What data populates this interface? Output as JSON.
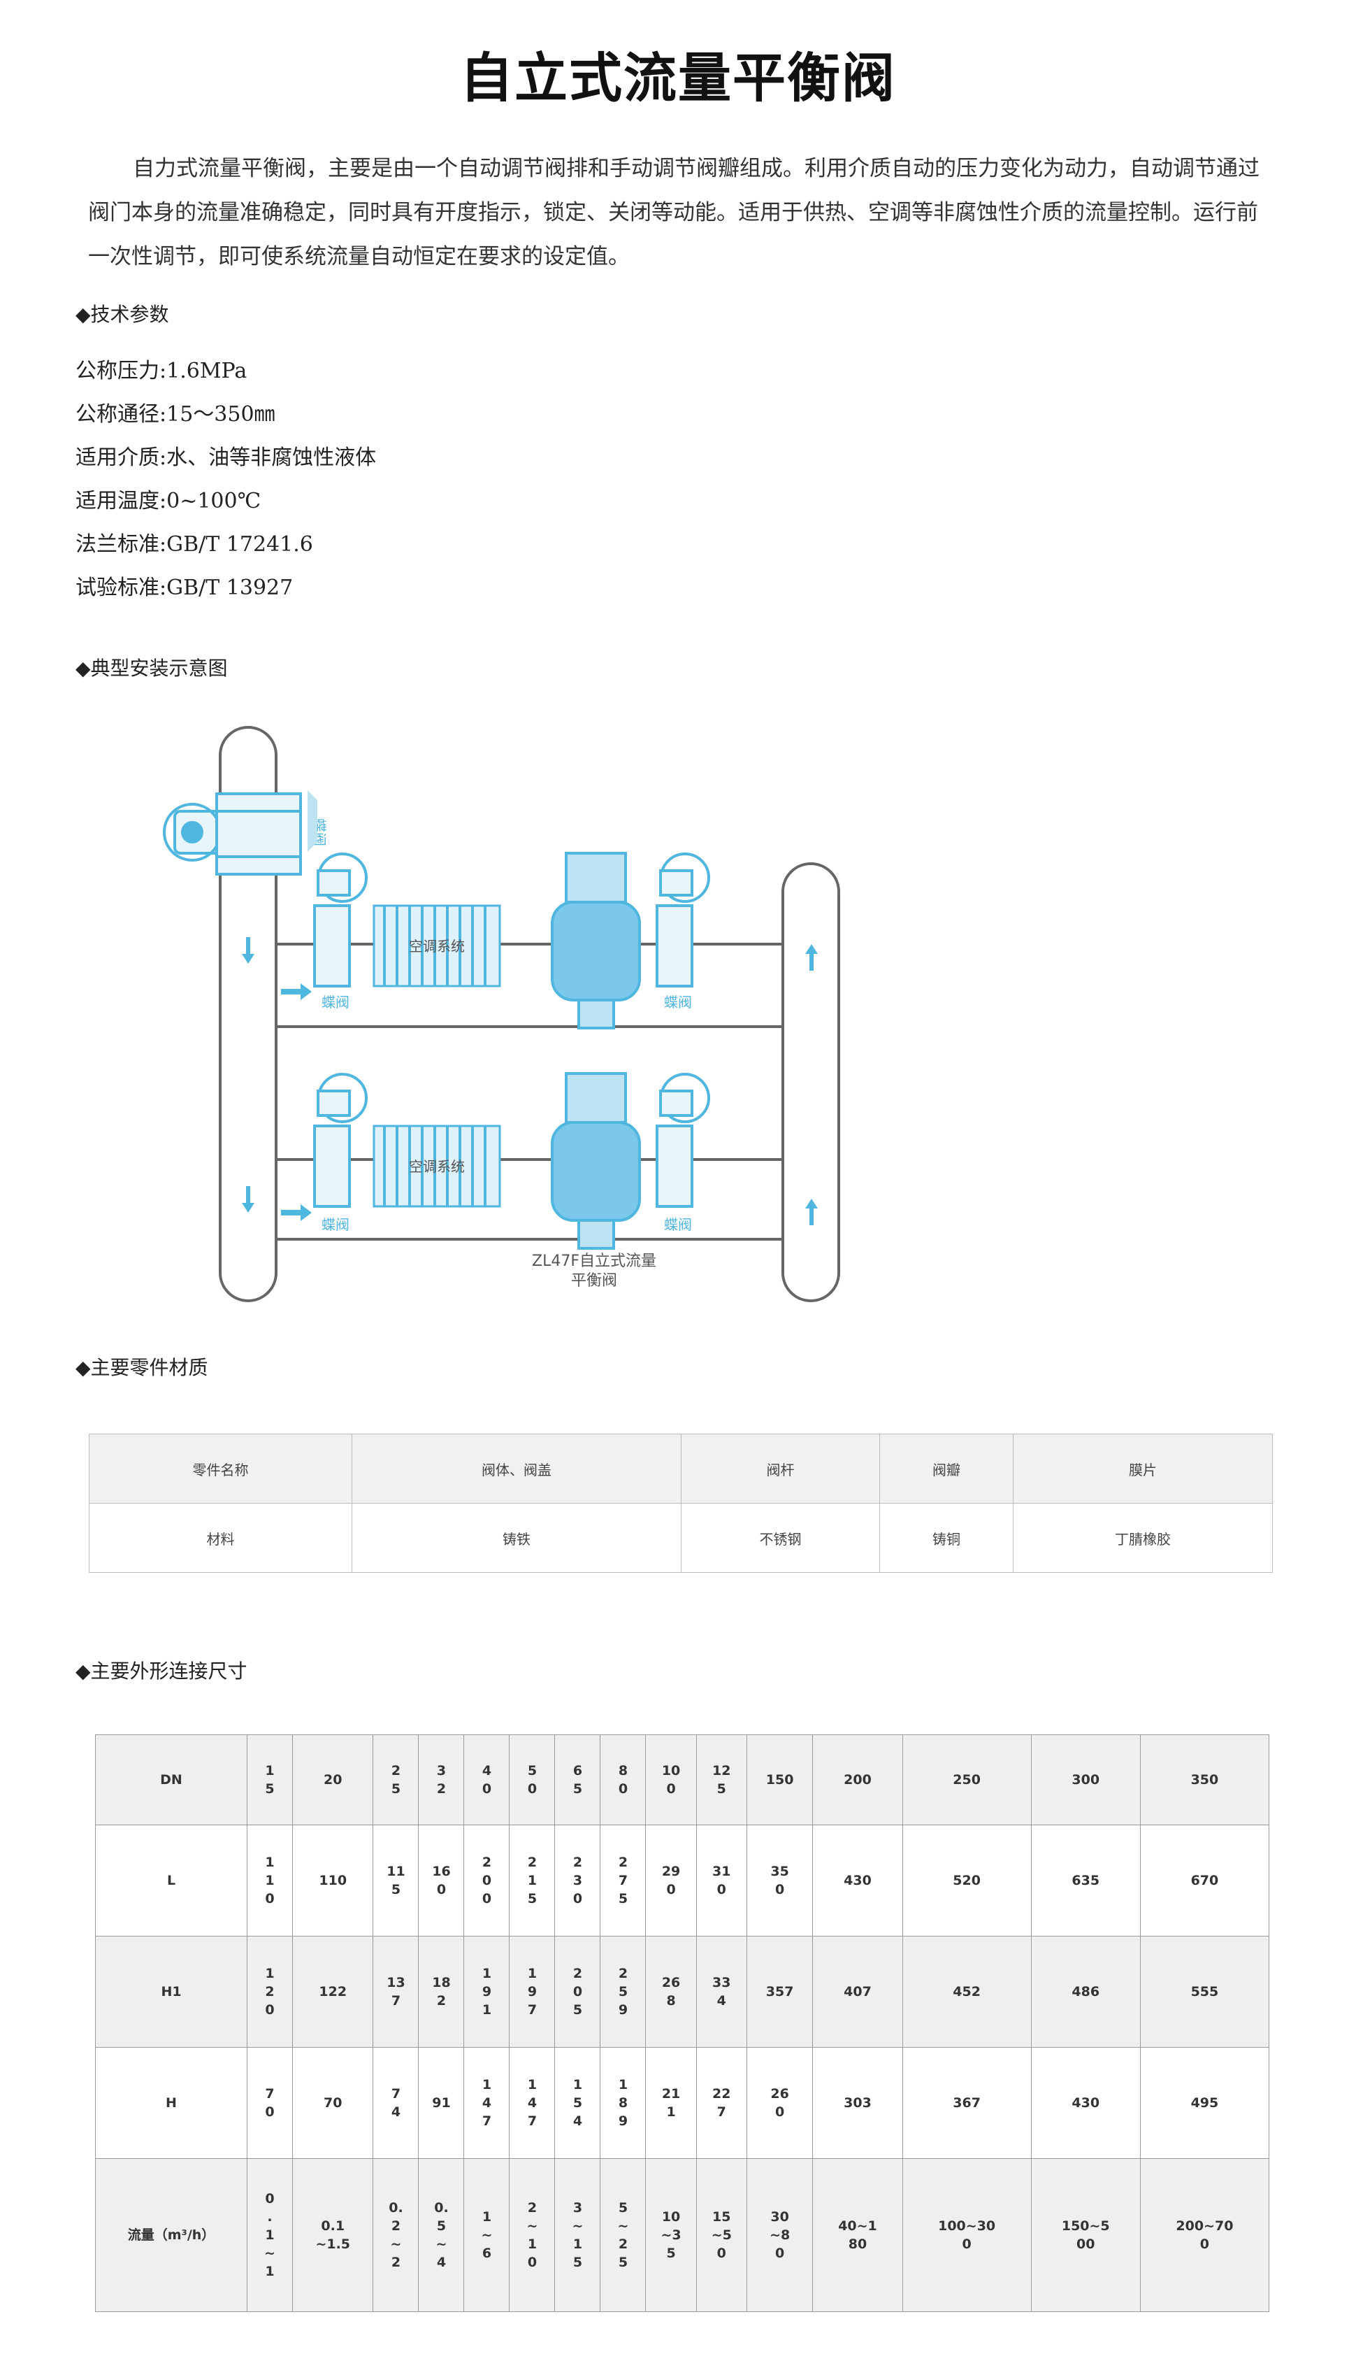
{
  "title": "自立式流量平衡阀",
  "intro": "自力式流量平衡阀，主要是由一个自动调节阀排和手动调节阀瓣组成。利用介质自动的压力变化为动力，自动调节通过阀门本身的流量准确稳定，同时具有开度指示，锁定、关闭等动能。适用于供热、空调等非腐蚀性介质的流量控制。运行前一次性调节，即可使系统流量自动恒定在要求的设定值。",
  "sections": {
    "tech": "◆技术参数",
    "install": "◆典型安装示意图",
    "materials": "◆主要零件材质",
    "dimensions": "◆主要外形连接尺寸"
  },
  "specs": [
    "公称压力:1.6MPa",
    "公称通径:15～350㎜",
    "适用介质:水、油等非腐蚀性液体",
    "适用温度:0~100℃",
    "法兰标准:GB/T 17241.6",
    "试验标准:GB/T 13927"
  ],
  "diagram": {
    "butterfly_valve": "蝶阀",
    "ac_system": "空调系统",
    "valve_caption_1": "ZL47F自立式流量",
    "valve_caption_2": "平衡阀",
    "colors": {
      "pipe": "#666666",
      "valve": "#4fb6df",
      "body": "#7cc8ea"
    }
  },
  "materials_table": {
    "header": [
      "零件名称",
      "阀体、阀盖",
      "阀杆",
      "阀瓣",
      "膜片"
    ],
    "row": [
      "材料",
      "铸铁",
      "不锈钢",
      "铸铜",
      "丁腈橡胶"
    ]
  },
  "dimensions_table": {
    "rows": [
      [
        "DN",
        "1\n5",
        "20",
        "2\n5",
        "3\n2",
        "4\n0",
        "5\n0",
        "6\n5",
        "8\n0",
        "10\n0",
        "12\n5",
        "150",
        "200",
        "250",
        "300",
        "350"
      ],
      [
        "L",
        "1\n1\n0",
        "110",
        "11\n5",
        "16\n0",
        "2\n0\n0",
        "2\n1\n5",
        "2\n3\n0",
        "2\n7\n5",
        "29\n0",
        "31\n0",
        "35\n0",
        "430",
        "520",
        "635",
        "670"
      ],
      [
        "H1",
        "1\n2\n0",
        "122",
        "13\n7",
        "18\n2",
        "1\n9\n1",
        "1\n9\n7",
        "2\n0\n5",
        "2\n5\n9",
        "26\n8",
        "33\n4",
        "357",
        "407",
        "452",
        "486",
        "555"
      ],
      [
        "H",
        "7\n0",
        "70",
        "7\n4",
        "91",
        "1\n4\n7",
        "1\n4\n7",
        "1\n5\n4",
        "1\n8\n9",
        "21\n1",
        "22\n7",
        "26\n0",
        "303",
        "367",
        "430",
        "495"
      ],
      [
        "流量（m³/h）",
        "0\n.\n1\n~\n1",
        "0.1\n~1.5",
        "0.\n2\n~\n2",
        "0.\n5\n~\n4",
        "1\n~\n6",
        "2\n~\n1\n0",
        "3\n~\n1\n5",
        "5\n~\n2\n5",
        "10\n~3\n5",
        "15\n~5\n0",
        "30\n~8\n0",
        "40~1\n80",
        "100~30\n0",
        "150~5\n00",
        "200~70\n0"
      ]
    ]
  }
}
